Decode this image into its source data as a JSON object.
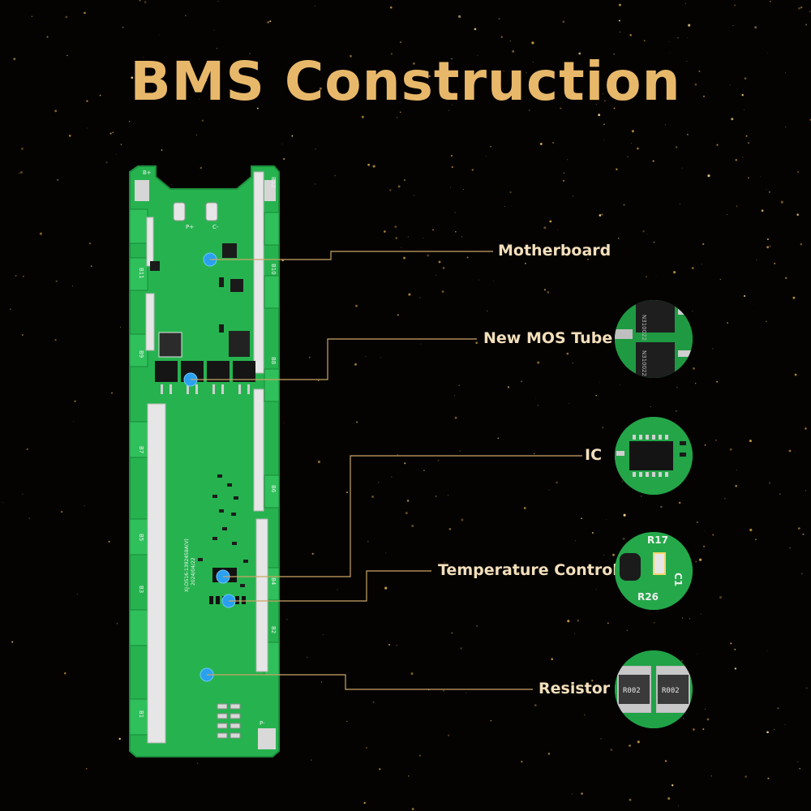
{
  "title": "BMS Construction",
  "colors": {
    "background": "#050302",
    "title": "#e8b86a",
    "label": "#f3dfbb",
    "leader": "#c9a567",
    "pcb": "#26b34f",
    "marker": "#2aa0ee"
  },
  "callouts": [
    {
      "label": "Motherboard"
    },
    {
      "label": "New MOS Tube",
      "thumbnail_icon": "mos-transistor-closeup",
      "thumbnail_text": [
        "N310022",
        "N310022"
      ]
    },
    {
      "label": "IC",
      "thumbnail_icon": "ic-chip-closeup"
    },
    {
      "label": "Temperature Control",
      "thumbnail_icon": "thermistor-closeup",
      "thumbnail_text": [
        "R17",
        "R26",
        "C1"
      ]
    },
    {
      "label": "Resistor",
      "thumbnail_icon": "resistor-closeup",
      "thumbnail_text": [
        "R002",
        "R002"
      ]
    }
  ],
  "board": {
    "silkscreen": [
      "B+",
      "B12",
      "B11",
      "B10",
      "B9",
      "B8",
      "B7",
      "B6",
      "B5",
      "B4",
      "B3",
      "B2",
      "B1",
      "P+",
      "C-",
      "P-",
      "XJ-DS16-1392458A(V)",
      "2024/04/22"
    ]
  }
}
